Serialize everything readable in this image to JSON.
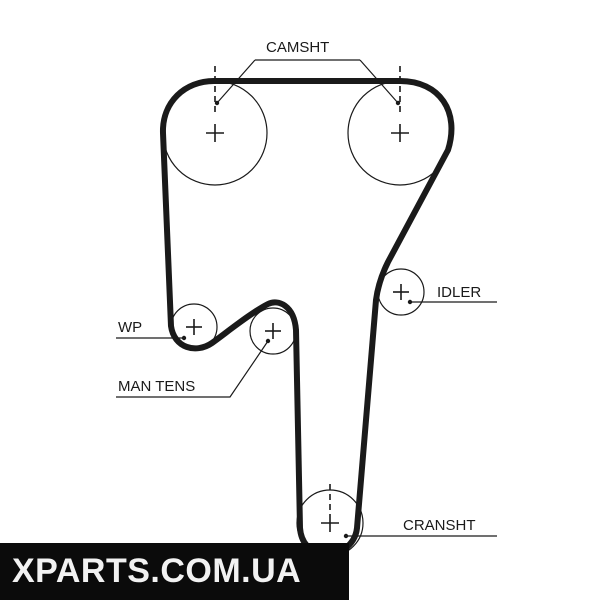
{
  "diagram": {
    "labels": {
      "camshaft": "CAMSHT",
      "idler": "IDLER",
      "water_pump": "WP",
      "manual_tensioner": "MAN TENS",
      "crankshaft": "CRANSHT"
    }
  },
  "watermark": {
    "text": "XPARTS.COM.UA",
    "background": "#0b0b0b",
    "color": "#f2f2f2"
  },
  "colors": {
    "line": "#1a1a1a",
    "background": "#ffffff"
  }
}
